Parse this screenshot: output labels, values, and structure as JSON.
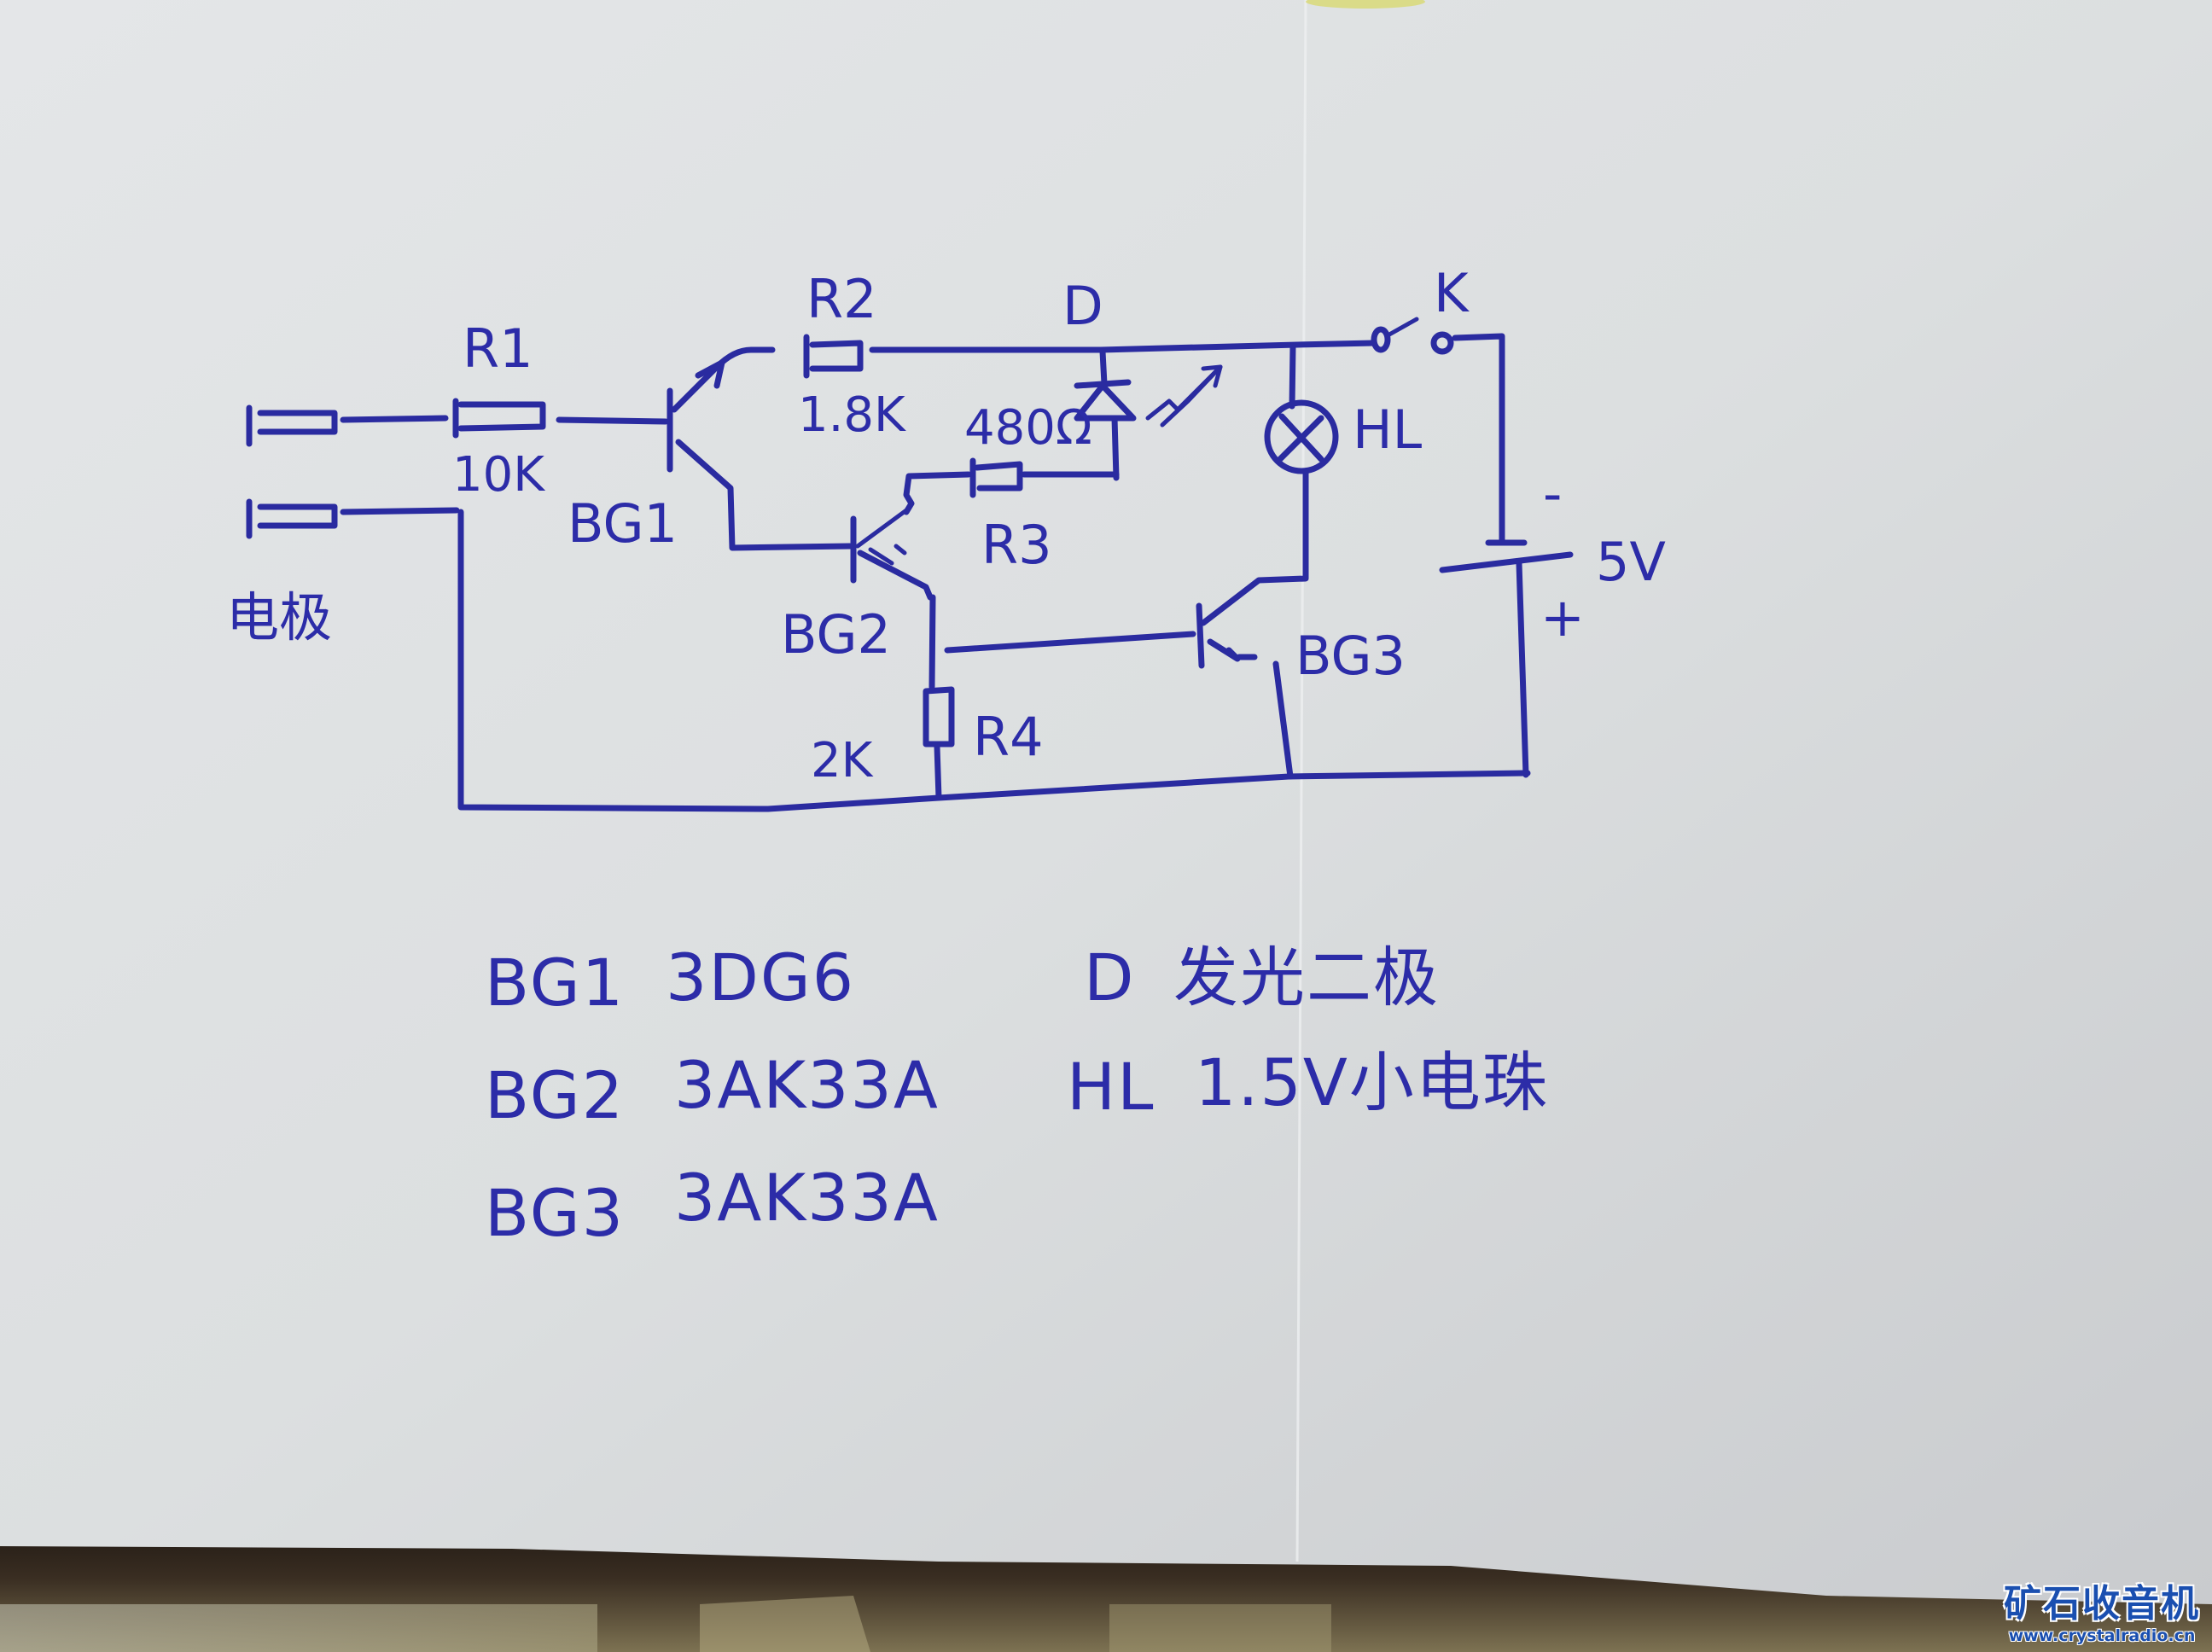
{
  "diagram": {
    "type": "hand-drawn circuit schematic",
    "ink_color": "#2a2ba0",
    "paper_color": "#dde0e1",
    "components": {
      "electrode": {
        "ref": "电极",
        "label": "电极"
      },
      "r1": {
        "ref": "R1",
        "value": "10K"
      },
      "r2": {
        "ref": "R2",
        "value": "1.8K"
      },
      "r3": {
        "ref": "R3",
        "value": "480Ω",
        "value_as_drawn": "480Ω"
      },
      "r4": {
        "ref": "R4",
        "value": "2K"
      },
      "d": {
        "ref": "D"
      },
      "hl": {
        "ref": "HL"
      },
      "k": {
        "ref": "K"
      },
      "battery": {
        "ref": "5V",
        "minus": "-",
        "plus": "+"
      },
      "bg1": {
        "ref": "BG1"
      },
      "bg2": {
        "ref": "BG2"
      },
      "bg3": {
        "ref": "BG3"
      }
    },
    "labels": {
      "r1": "R1",
      "r1_value": "10K",
      "r2": "R2",
      "r2_value": "1.8K",
      "r3": "R3",
      "r3_value": "480Ω",
      "r4": "R4",
      "r4_value": "2K",
      "d": "D",
      "hl": "HL",
      "k": "K",
      "battery_voltage": "5V",
      "battery_minus": "-",
      "battery_plus": "+",
      "bg1": "BG1",
      "bg2": "BG2",
      "bg3": "BG3",
      "electrode": "电极"
    },
    "parts_list": [
      {
        "ref": "BG1",
        "part": "3DG6"
      },
      {
        "ref": "BG2",
        "part": "3AK33A"
      },
      {
        "ref": "BG3",
        "part": "3AK33A"
      }
    ],
    "notes": [
      {
        "ref": "D",
        "desc": "发光二极"
      },
      {
        "ref": "HL",
        "desc": "1.5V小电珠"
      }
    ]
  },
  "watermark": {
    "title": "矿石收音机",
    "url": "www.crystalradio.cn"
  }
}
